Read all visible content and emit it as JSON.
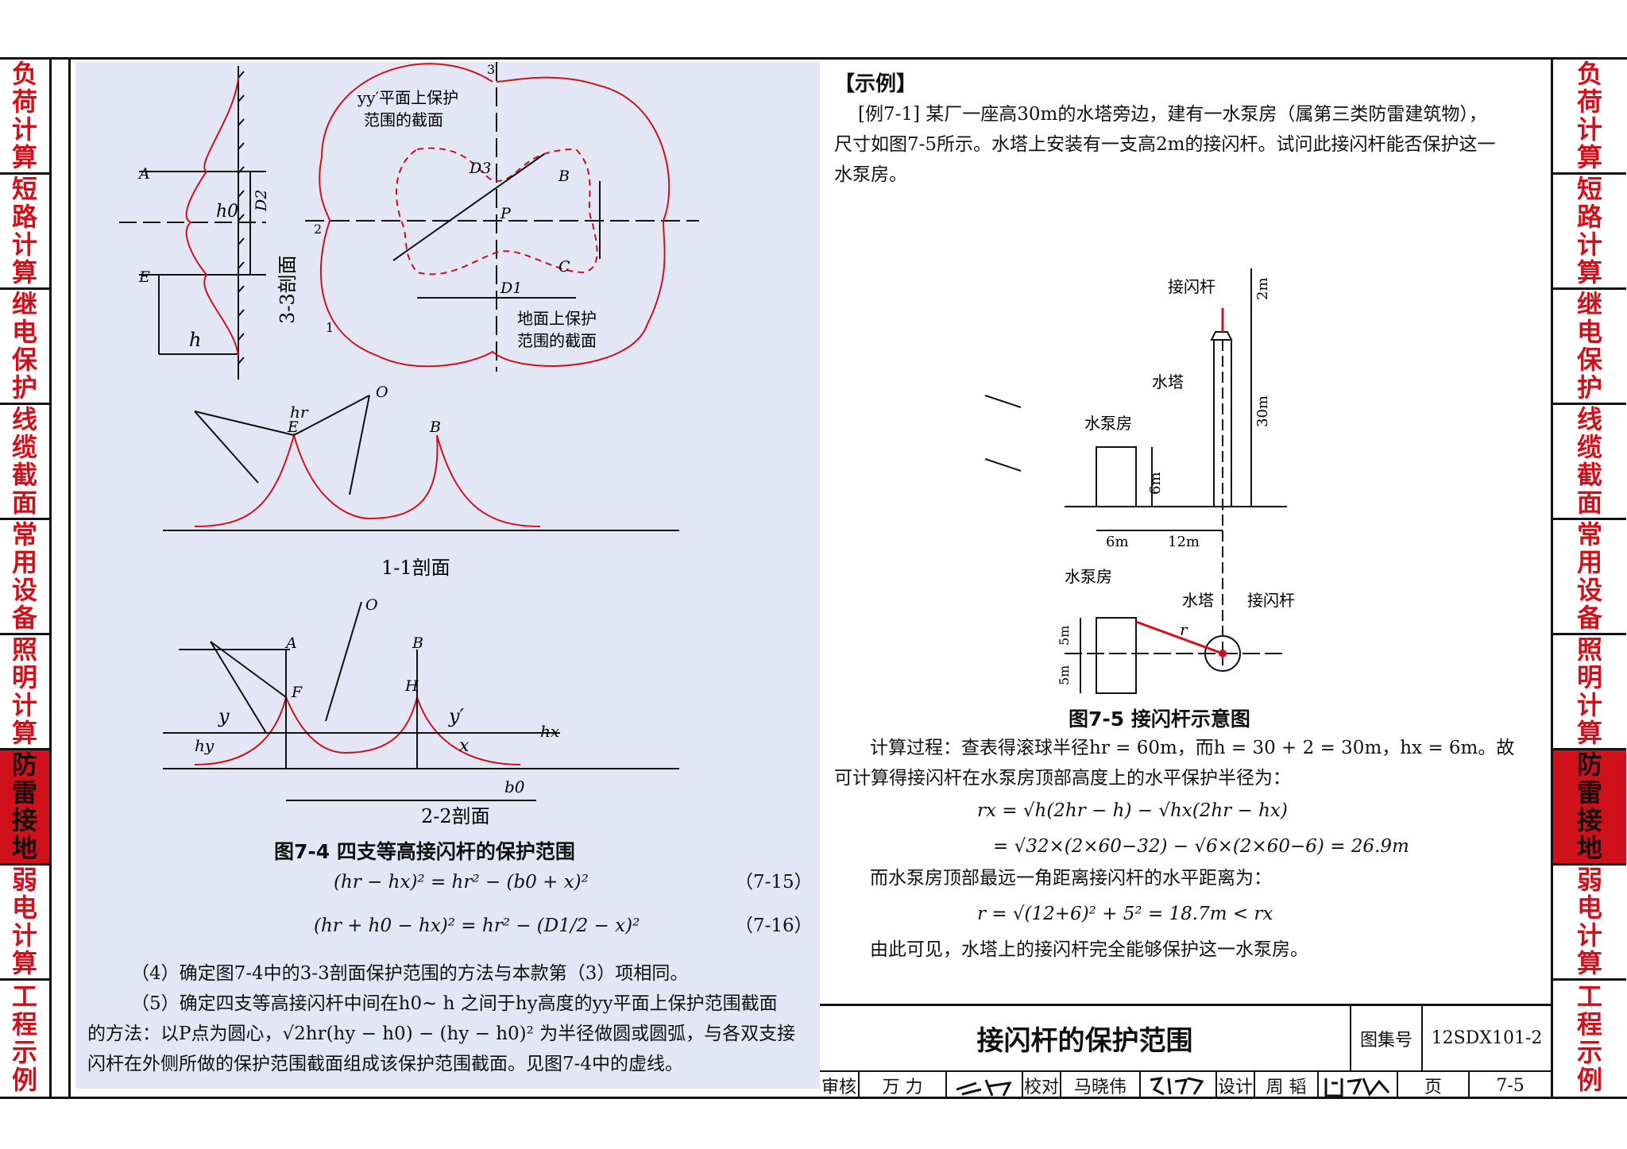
{
  "side_tabs_left": [
    "负荷计算",
    "短路计算",
    "继电保护",
    "线缆截面",
    "常用设备",
    "照明计算",
    "防雷接地",
    "弱电计算",
    "工程示例"
  ],
  "side_tabs_right": [
    "负荷计算",
    "短路计算",
    "继电保护",
    "线缆截面",
    "常用设备",
    "照明计算",
    "防雷接地",
    "弱电计算",
    "工程示例"
  ],
  "active_tab": "防雷接地",
  "left": {
    "fig_labels": {
      "A": "A",
      "E": "E",
      "h0": "h0",
      "D2": "D2",
      "sec33": "3-3剖面",
      "h": "h",
      "yy_plane": "yy′平面上保护",
      "yy_plane2": "范围的截面",
      "D3": "D3",
      "B": "B",
      "P": "P",
      "C": "C",
      "D1": "D1",
      "ground_plane": "地面上保护",
      "ground_plane2": "范围的截面",
      "n3": "3",
      "n2": "2",
      "n1": "1",
      "hr": "hr",
      "O": "O",
      "sec11": "1-1剖面",
      "F": "F",
      "H": "H",
      "y": "y",
      "y_prime": "y′",
      "hy": "hy",
      "x": "x",
      "hx": "hx",
      "b0": "b0",
      "sec22": "2-2剖面"
    },
    "figure_caption": "图7-4  四支等高接闪杆的保护范围",
    "eq_7_15": "(hr − hx)² = hr² − (b0 + x)²",
    "eq_7_15_no": "（7-15）",
    "eq_7_16": "(hr + h0 − hx)² = hr² − (D1/2 − x)²",
    "eq_7_16_no": "（7-16）",
    "para4": "（4）确定图7-4中的3-3剖面保护范围的方法与本款第（3）项相同。",
    "para5_l1": "（5）确定四支等高接闪杆中间在h0~ h 之间于hy高度的yy平面上保护范围截面",
    "para5_l2": "的方法：以P点为圆心，√2hr(hy − h0) − (hy − h0)² 为半径做圆或圆弧，与各双支接",
    "para5_l3": "闪杆在外侧所做的保护范围截面组成该保护范围截面。见图7-4中的虚线。"
  },
  "right": {
    "heading": "【示例】",
    "example_l1": "[例7-1] 某厂一座高30m的水塔旁边，建有一水泵房（属第三类防雷建筑物），",
    "example_l2": "尺寸如图7-5所示。水塔上安装有一支高2m的接闪杆。试问此接闪杆能否保护这一",
    "example_l3": "水泵房。",
    "fig_labels": {
      "rod": "接闪杆",
      "tower": "水塔",
      "pump": "水泵房",
      "m2": "2m",
      "m30": "30m",
      "m6": "6m",
      "m6b": "6m",
      "m12": "12m",
      "pump2": "水泵房",
      "tower2": "水塔",
      "rod2": "接闪杆",
      "r": "r",
      "m5a": "5m",
      "m5b": "5m"
    },
    "figure_caption": "图7-5    接闪杆示意图",
    "calc_l1": "计算过程：查表得滚球半径hr = 60m，而h = 30 + 2 = 30m，hx = 6m。故",
    "calc_l2": "可计算得接闪杆在水泵房顶部高度上的水平保护半径为：",
    "eq_rx1": "rx = √h(2hr − h) − √hx(2hr − hx)",
    "eq_rx2": "= √32×(2×60−32) − √6×(2×60−6) = 26.9m",
    "calc_l3": "而水泵房顶部最远一角距离接闪杆的水平距离为：",
    "eq_r": "r = √(12+6)² + 5² = 18.7m < rx",
    "conclusion": "由此可见，水塔上的接闪杆完全能够保护这一水泵房。"
  },
  "title_block": {
    "title": "接闪杆的保护范围",
    "atlas_label": "图集号",
    "atlas_no": "12SDX101-2",
    "review_label": "审核",
    "review_name": "万 力",
    "check_label": "校对",
    "check_name": "马晓伟",
    "design_label": "设计",
    "design_name": "周 韬",
    "page_label": "页",
    "page_no": "7-5"
  },
  "colors": {
    "accent_red": "#d0101a",
    "panel_blue": "#e3e6f5"
  }
}
